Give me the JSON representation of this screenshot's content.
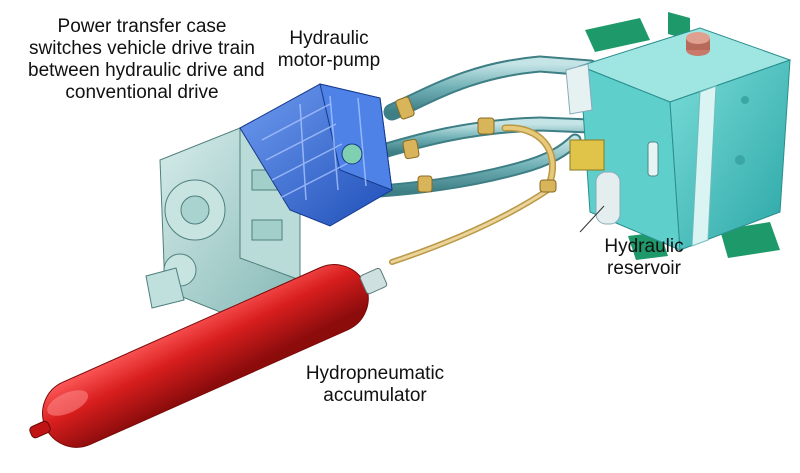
{
  "labels": {
    "transfer_case": [
      "Power transfer case",
      "switches vehicle drive train",
      "between hydraulic drive and",
      "conventional drive"
    ],
    "motor_pump": [
      "Hydraulic",
      "motor-pump"
    ],
    "reservoir": [
      "Hydraulic",
      "reservoir"
    ],
    "accumulator": [
      "Hydropneumatic",
      "accumulator"
    ]
  },
  "colors": {
    "accumulator": "#d81e1e",
    "motor_pump": "#3a6fd8",
    "transfer_case": "#a9d3cf",
    "reservoir": "#3fbfbf",
    "hose": "#6fb0b5",
    "fitting": "#d8b45a",
    "bracket": "#1e9a6a"
  }
}
